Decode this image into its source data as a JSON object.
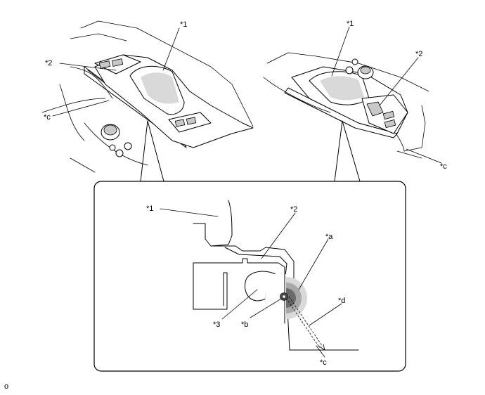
{
  "figure": {
    "left_view": {
      "labels": {
        "part1": "*1",
        "part2": "*2",
        "partc": "*c"
      }
    },
    "right_view": {
      "labels": {
        "part1": "*1",
        "part2": "*2",
        "partc": "*c"
      }
    },
    "detail_view": {
      "labels": {
        "part1": "*1",
        "part2": "*2",
        "part3": "*3",
        "parta": "*a",
        "partb": "*b",
        "partc": "*c",
        "partd": "*d"
      }
    },
    "footer_code": "o"
  },
  "colors": {
    "line": "#000000",
    "shade_light": "#d9d9d9",
    "shade_mid": "#a8a8a8",
    "shade_dark": "#6a6a6a"
  }
}
